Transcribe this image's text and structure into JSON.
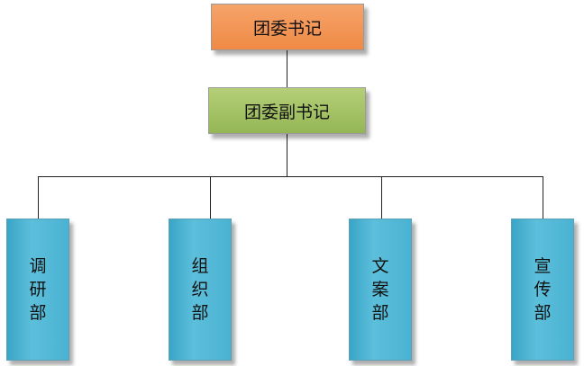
{
  "diagram": {
    "root": {
      "label": "团委书记",
      "color": "#ef8a45"
    },
    "deputy": {
      "label": "团委副书记",
      "color": "#94b655"
    },
    "departments": [
      {
        "label": "调研部",
        "chars": [
          "调",
          "研",
          "部"
        ]
      },
      {
        "label": "组织部",
        "chars": [
          "组",
          "织",
          "部"
        ]
      },
      {
        "label": "文案部",
        "chars": [
          "文",
          "案",
          "部"
        ]
      },
      {
        "label": "宣传部",
        "chars": [
          "宣",
          "传",
          "部"
        ]
      }
    ],
    "department_color": "#4ab2d2",
    "connector_color": "#222222"
  }
}
